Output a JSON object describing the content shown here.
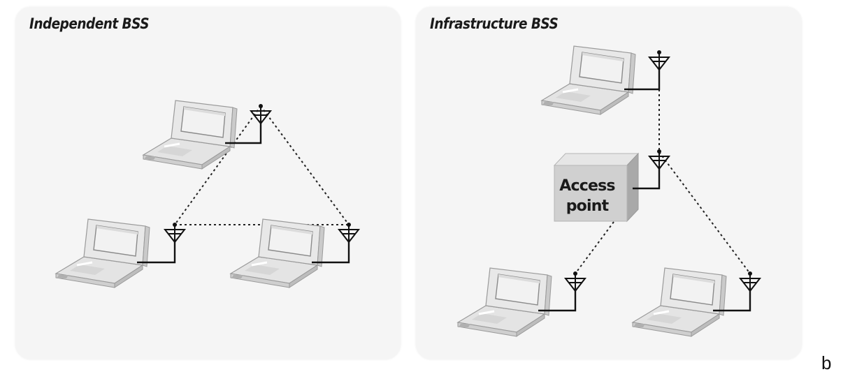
{
  "panels": {
    "left": {
      "title": "Independent BSS"
    },
    "right": {
      "title": "Infrastructure BSS"
    }
  },
  "access_point": {
    "line1": "Access",
    "line2": "point"
  },
  "suffix_label": "b",
  "colors": {
    "panel_bg": "#f5f5f5",
    "laptop_fill": "#e2e2e2",
    "laptop_outline": "#9a9a9a",
    "link_line": "#222222",
    "access_point_fill": "#d0d0d0"
  },
  "icons": [
    "laptop-icon",
    "antenna-icon",
    "access-point-icon"
  ]
}
